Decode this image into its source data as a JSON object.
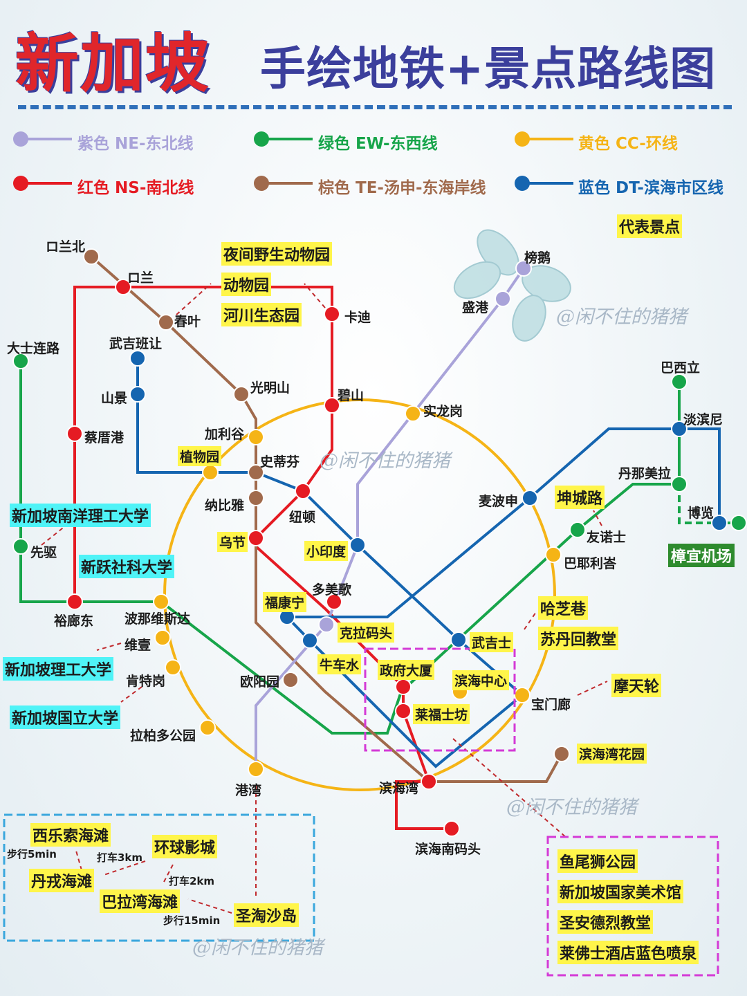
{
  "title": {
    "main": "新加坡",
    "sub": "手绘地铁+景点路线图"
  },
  "legend": [
    {
      "text": "紫色 NE-东北线",
      "color": "#a9a3d9"
    },
    {
      "text": "绿色 EW-东西线",
      "color": "#17a54a"
    },
    {
      "text": "黄色 CC-环线",
      "color": "#f5b416"
    },
    {
      "text": "红色 NS-南北线",
      "color": "#e51b23"
    },
    {
      "text": "棕色 TE-汤申-东海岸线",
      "color": "#a06a4c"
    },
    {
      "text": "蓝色 DT-滨海市区线",
      "color": "#1565b0"
    }
  ],
  "legend_header": "代表景点",
  "watermark": "@闲不住的猪猪",
  "stations": {
    "woodlands_north": "ロ兰北",
    "woodlands": "ロ兰",
    "springleaf": "春叶",
    "khatib": "卡迪",
    "kranji": "大士连路",
    "bukit_panjang": "武吉班让",
    "hillview": "山景",
    "choa_chu_kang": "蔡厝港",
    "bright_hill": "光明山",
    "bishan": "碧山",
    "caldecott": "加利谷",
    "botanic": "植物园",
    "stevens": "史蒂芬",
    "newton": "纽顿",
    "napier": "纳比雅",
    "orchard": "乌节",
    "little_india": "小印度",
    "serangoon": "实龙岗",
    "punggol": "榜鹅",
    "sengkang": "盛港",
    "pasir_ris": "巴西立",
    "tampines": "淡滨尼",
    "tanah_merah": "丹那美拉",
    "expo": "博览",
    "macpherson": "麦波申",
    "eunos": "友诺士",
    "paya_lebar": "巴耶利峇",
    "pioneer": "先驱",
    "jurong_east": "裕廊东",
    "buona_vista": "波那维斯达",
    "dhoby_ghaut": "多美歌",
    "rochor": "福康宁",
    "clarke_quay": "克拉码头",
    "chinatown": "牛车水",
    "bugis": "武吉士",
    "city_hall": "政府大厦",
    "promenade": "滨海中心",
    "raffles": "莱福士坊",
    "outram": "欧阳园",
    "one_north": "维壹",
    "kent_ridge": "肯特岗",
    "labrador": "拉柏多公园",
    "harbourfront": "港湾",
    "marina_bay": "滨海湾",
    "bayfront": "宝门廊",
    "marina_south": "滨海南码头"
  },
  "attractions": {
    "night_safari": "夜间野生动物园",
    "zoo": "动物园",
    "river_wonders": "河川生态园",
    "ntu": "新加坡南洋理工大学",
    "suss": "新跃社科大学",
    "poly": "新加坡理工大学",
    "nus": "新加坡国立大学",
    "kallang": "坤城路",
    "haji_lane": "哈芝巷",
    "sultan": "苏丹回教堂",
    "flyer": "摩天轮",
    "gardens": "滨海湾花园",
    "changi": "樟宜机场"
  },
  "sentosa": {
    "siloso": "西乐索海滩",
    "tanjong": "丹戎海滩",
    "uss": "环球影城",
    "palawan": "巴拉湾海滩",
    "sentosa": "圣淘沙岛",
    "walk5": "步行5min",
    "taxi3": "打车3km",
    "taxi2": "打车2km",
    "walk15": "步行15min"
  },
  "civic": [
    "鱼尾狮公园",
    "新加坡国家美术馆",
    "圣安德烈教堂",
    "莱佛士酒店蓝色喷泉"
  ]
}
